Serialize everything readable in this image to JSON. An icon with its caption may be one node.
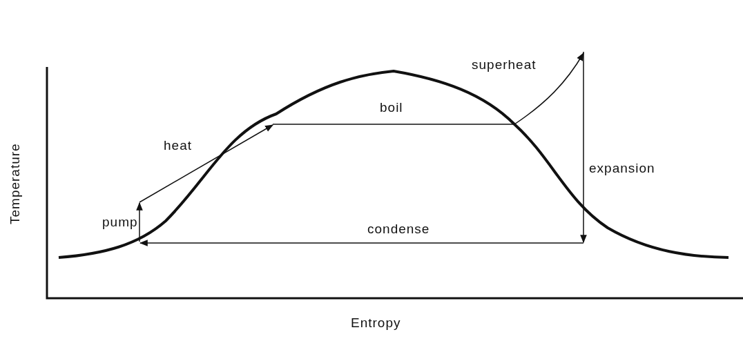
{
  "diagram": {
    "labels": [
      "superheat",
      "boil",
      "heat",
      "expansion",
      "pump",
      "condense",
      "Temperature",
      "Entropy"
    ]
  }
}
